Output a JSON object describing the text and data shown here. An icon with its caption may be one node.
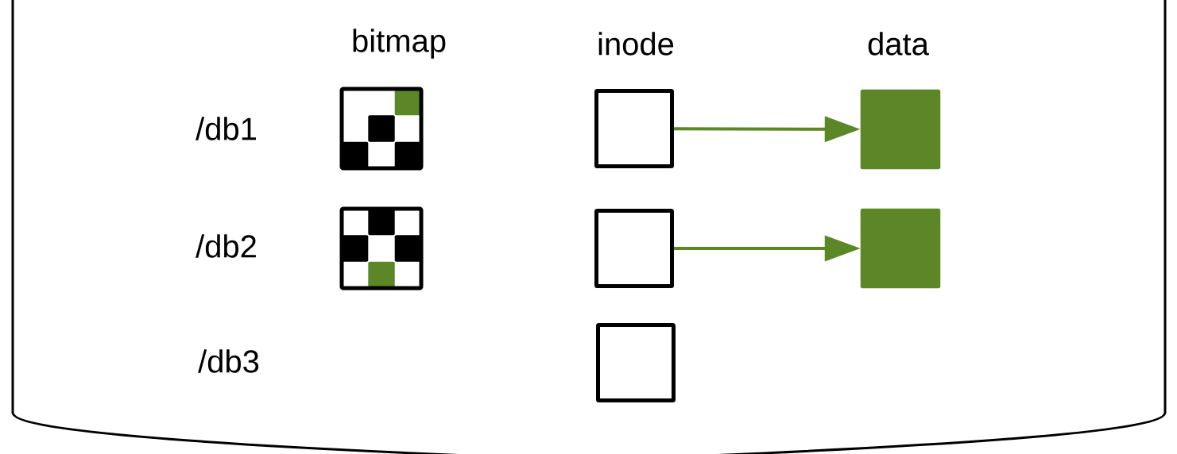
{
  "diagram": {
    "nodes": [
      {
        "text": [],
        "shape": "box"
      },
      {
        "text": [],
        "shape": "box"
      },
      {
        "text": [],
        "shape": "box"
      },
      {
        "text": [],
        "shape": "box"
      },
      {
        "text": [],
        "shape": "box"
      }
    ],
    "edges": [
      {
        "from": 0,
        "to": 1,
        "arrow": "to",
        "color": "#5b8726"
      },
      {
        "from": 2,
        "to": 3,
        "arrow": "to",
        "color": "#5b8726"
      }
    ],
    "labels": [
      "bitmap",
      "inode",
      "data",
      "/db1",
      "/db2",
      "/db3"
    ]
  }
}
